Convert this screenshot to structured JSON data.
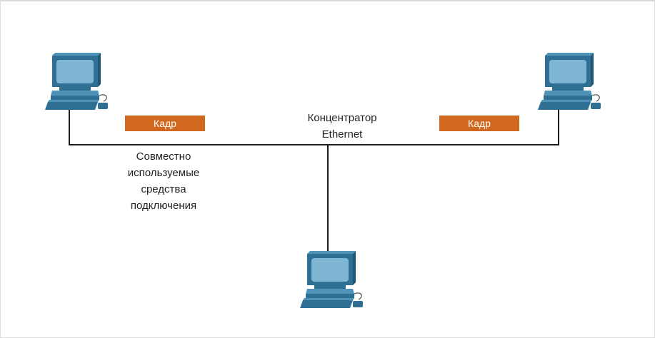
{
  "diagram": {
    "frame_left": "Кадр",
    "frame_right": "Кадр",
    "hub_label_line1": "Концентратор",
    "hub_label_line2": "Ethernet",
    "shared_media_line1": "Совместно",
    "shared_media_line2": "используемые",
    "shared_media_line3": "средства",
    "shared_media_line4": "подключения"
  },
  "colors": {
    "frame_fill": "#d0691f",
    "computer_body": "#2e6f93",
    "computer_screen": "#7fb6d3",
    "wire": "#1a1a1a"
  },
  "icons": [
    "computer-icon",
    "computer-icon",
    "computer-icon"
  ]
}
